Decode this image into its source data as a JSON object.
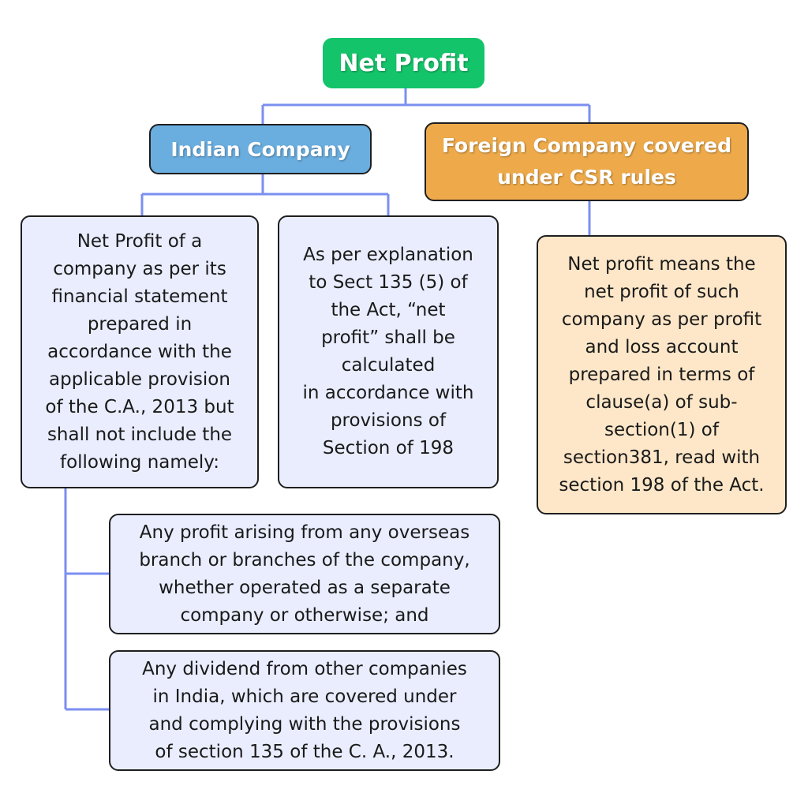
{
  "diagram": {
    "root": {
      "label": "Net Profit"
    },
    "indian_company": {
      "label": "Indian Company"
    },
    "foreign_company": {
      "label": "Foreign Company covered\nunder CSR rules"
    },
    "indian_box_1": {
      "text": "Net Profit of a\ncompany as per its\nfinancial statement\nprepared in\naccordance with the\napplicable provision\nof the C.A., 2013 but\nshall not include the\nfollowing namely:"
    },
    "indian_box_2": {
      "text": "As per explanation\nto Sect 135 (5) of\nthe Act, “net\nprofit” shall be\ncalculated\nin accordance with\nprovisions of\nSection of 198"
    },
    "foreign_box": {
      "text": "Net profit means the\nnet profit of such\ncompany as per profit\nand loss account\nprepared in terms of\nclause(a) of sub-\nsection(1) of\nsection381, read with\nsection 198 of the Act."
    },
    "exclusion_1": {
      "text": "Any profit arising from any overseas\nbranch or branches of the company,\nwhether operated as a separate\ncompany or otherwise; and"
    },
    "exclusion_2": {
      "text": "Any dividend from other companies\nin India, which are covered under\nand complying with the provisions\nof section 135 of the C. A., 2013."
    }
  },
  "colors": {
    "root_fill": "#14c46a",
    "indian_fill": "#6aaee0",
    "foreign_fill": "#eeaa4a",
    "blue_content_fill": "#e9edfd",
    "orange_content_fill": "#fde7c8",
    "connector": "#7b8ff0"
  }
}
